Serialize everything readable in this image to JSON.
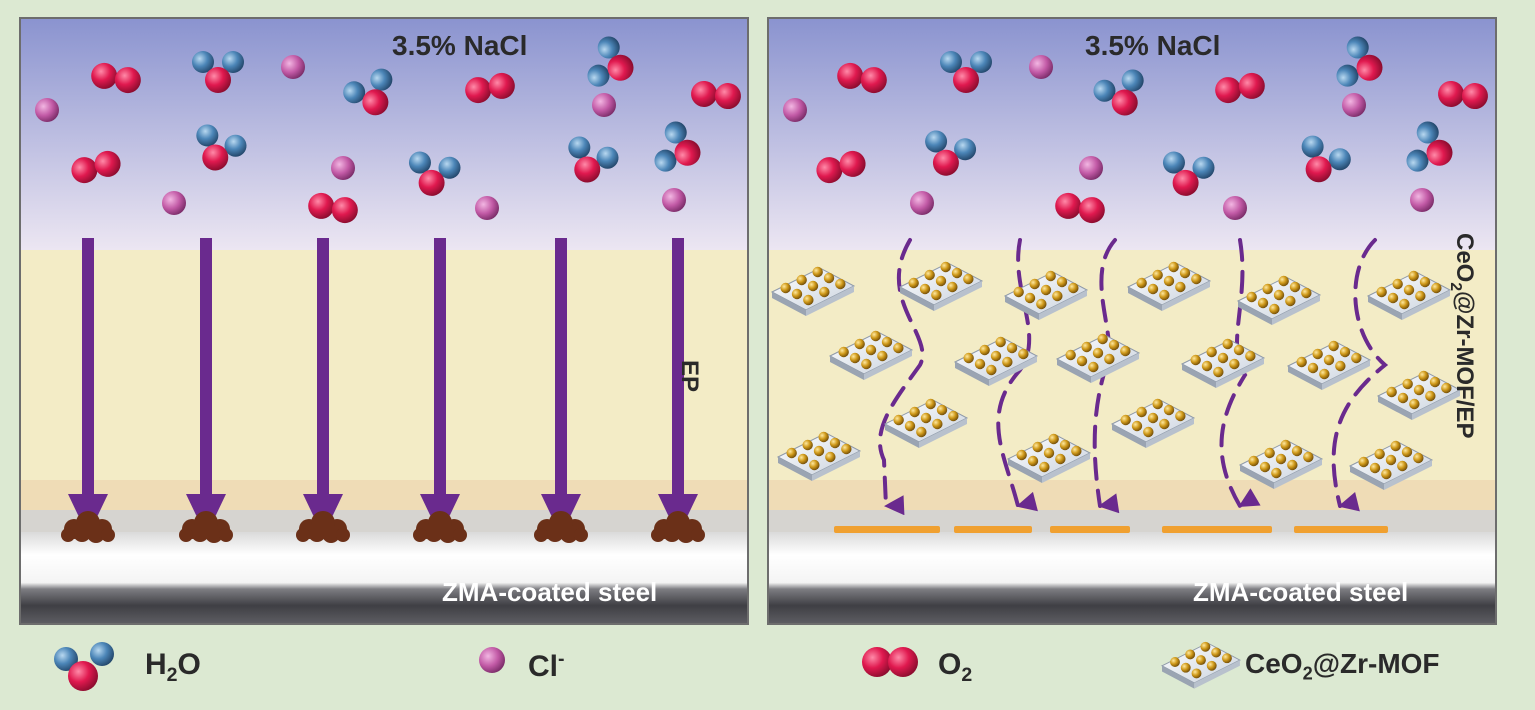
{
  "left_panel": {
    "solution_label": "3.5% NaCl",
    "coating_label": "EP",
    "substrate_label": "ZMA-coated steel"
  },
  "right_panel": {
    "solution_label": "3.5% NaCl",
    "coating_label_prefix": "CeO",
    "coating_label_sub": "2",
    "coating_label_suffix": "@Zr-MOF/EP",
    "substrate_label": "ZMA-coated steel"
  },
  "legend": {
    "water_prefix": "H",
    "water_sub": "2",
    "water_suffix": "O",
    "chloride": "Cl",
    "chloride_sup": "-",
    "oxygen": "O",
    "oxygen_sub": "2",
    "filler_prefix": "CeO",
    "filler_sub": "2",
    "filler_suffix": "@Zr-MOF"
  },
  "colors": {
    "oxygen_atom": "#e0194f",
    "hydrogen_atom": "#4c86b8",
    "chloride_ion": "#c25aa6",
    "arrow": "#6a2a8e",
    "rust": "#6b3018",
    "passive_layer": "#f0a030",
    "coating": "#f3ecc6",
    "solution_top": "#8a93cf"
  }
}
